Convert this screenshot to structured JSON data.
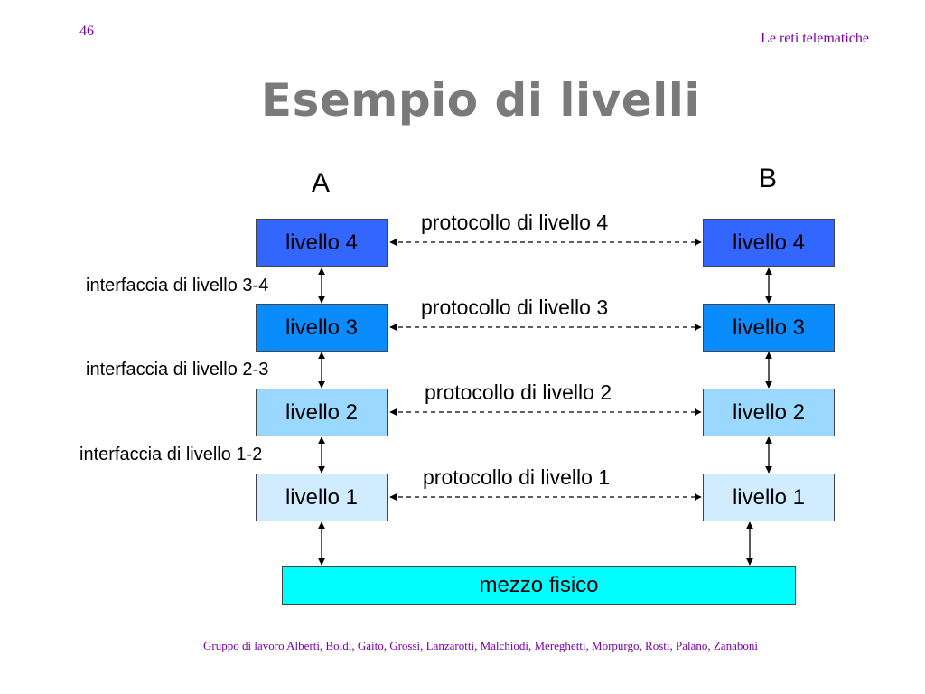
{
  "header": {
    "slide_number": "46",
    "course": "Le reti telematiche"
  },
  "title": "Esempio di livelli",
  "hosts": {
    "a": "A",
    "b": "B"
  },
  "layers": [
    {
      "label": "livello 4",
      "color": "#3366ff"
    },
    {
      "label": "livello 3",
      "color": "#0a8cff"
    },
    {
      "label": "livello 2",
      "color": "#9ad8ff"
    },
    {
      "label": "livello 1",
      "color": "#d2ecff"
    }
  ],
  "protocols": [
    "protocollo di livello 4",
    "protocollo di livello 3",
    "protocollo di livello 2",
    "protocollo di livello 1"
  ],
  "interfaces": [
    "interfaccia di livello 3-4",
    "interfaccia di livello 2-3",
    "interfaccia di livello 1-2"
  ],
  "medium": {
    "label": "mezzo fisico",
    "color": "#00ffff"
  },
  "footer": "Gruppo di lavoro Alberti, Boldi, Gaito, Grossi, Lanzarotti, Malchiodi, Mereghetti, Morpurgo, Rosti, Palano, Zanaboni"
}
